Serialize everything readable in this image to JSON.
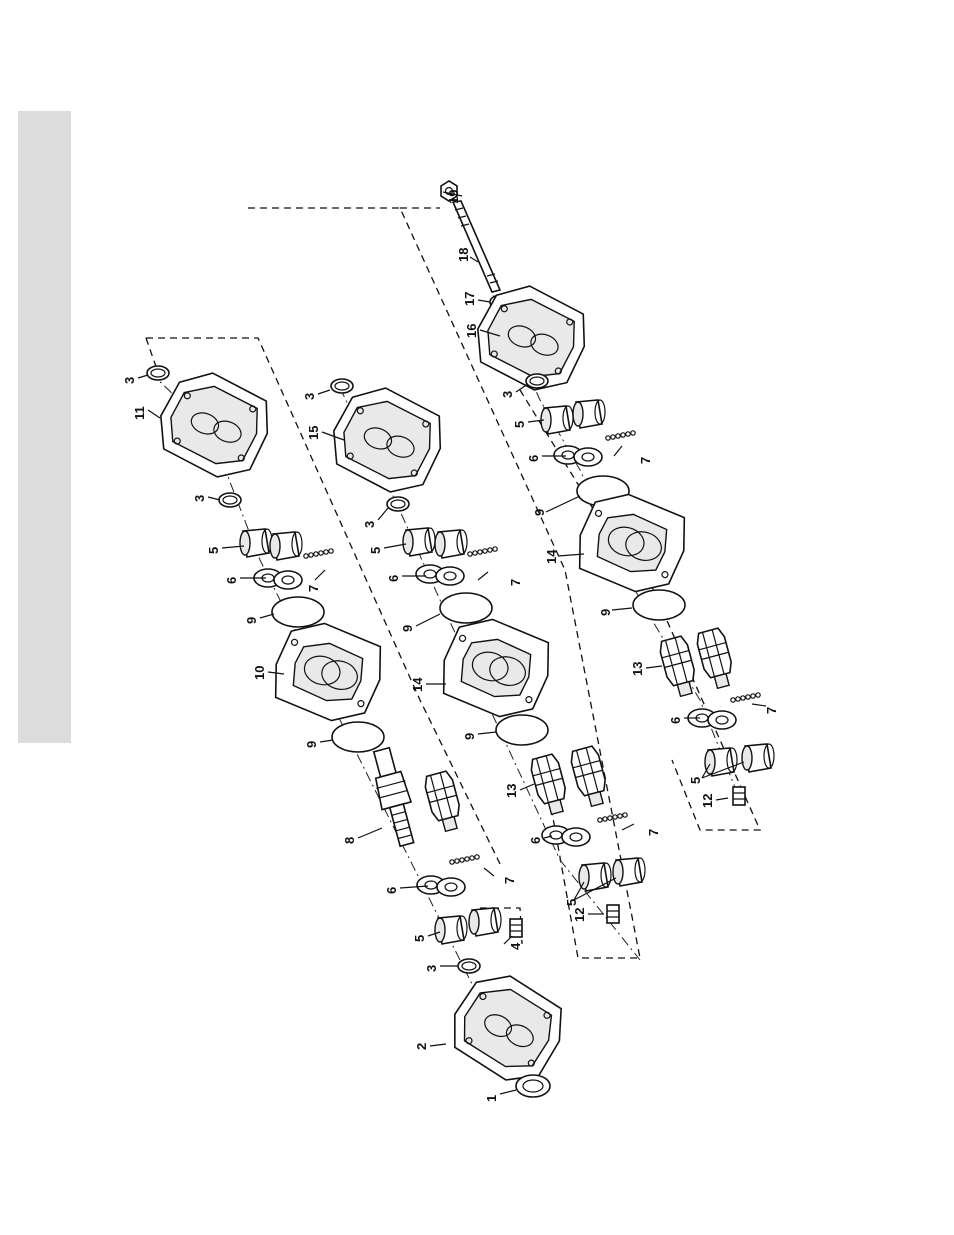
{
  "figure": {
    "callouts": [
      "1",
      "2",
      "3",
      "4",
      "5",
      "6",
      "7",
      "8",
      "9",
      "10",
      "11",
      "12",
      "13",
      "14",
      "15",
      "16",
      "17",
      "18",
      "19"
    ]
  },
  "colors": {
    "ink": "#111111",
    "side_band": "#dcdcdc",
    "paper": "#ffffff"
  }
}
